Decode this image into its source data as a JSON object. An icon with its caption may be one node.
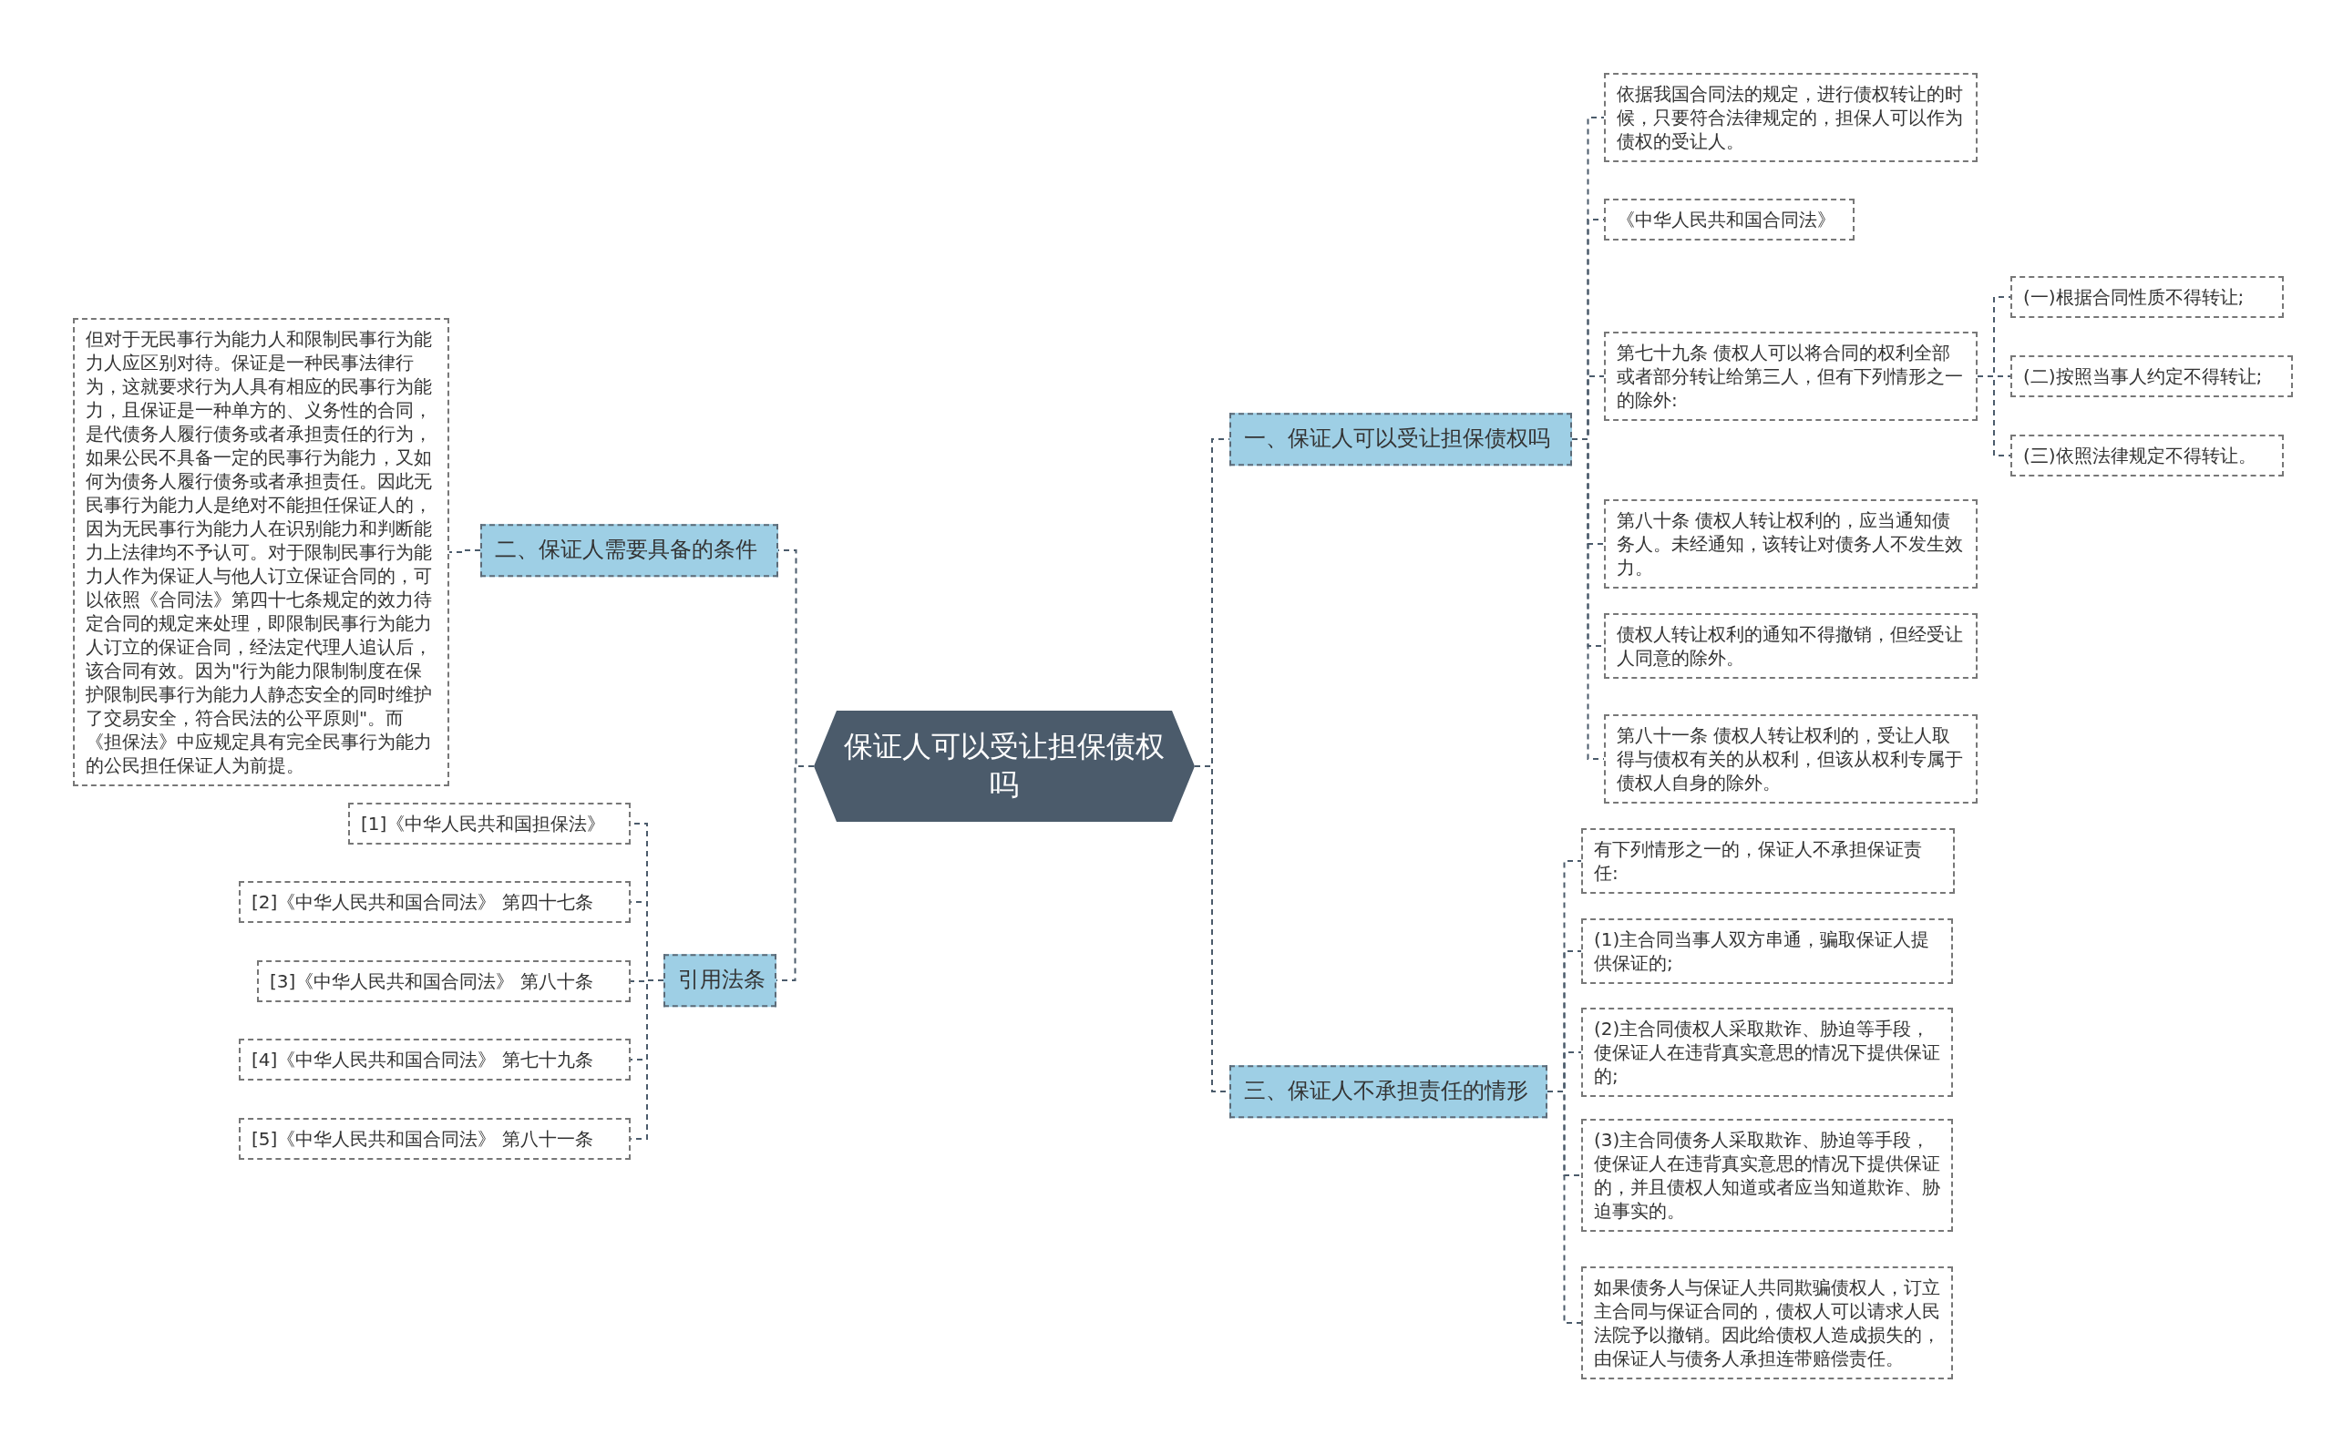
{
  "diagram": {
    "nodes": [
      {
        "text": [
          "保证人可以受让担保债权吗"
        ]
      },
      {
        "text": [
          "一、保证人可以受让担保债权吗"
        ]
      },
      {
        "text": [
          "依据我国合同法的规定，进行债权转让的时候，只要符合法律规定的，担保人可以作为债权的受让人。"
        ]
      },
      {
        "text": [
          "《中华人民共和国合同法》"
        ]
      },
      {
        "text": [
          "第七十九条 债权人可以将合同的权利全部或者部分转让给第三人，但有下列情形之一的除外:"
        ]
      },
      {
        "text": [
          "(一)根据合同性质不得转让;"
        ]
      },
      {
        "text": [
          "(二)按照当事人约定不得转让;"
        ]
      },
      {
        "text": [
          "(三)依照法律规定不得转让。"
        ]
      },
      {
        "text": [
          "第八十条 债权人转让权利的，应当通知债务人。未经通知，该转让对债务人不发生效力。"
        ]
      },
      {
        "text": [
          "债权人转让权利的通知不得撤销，但经受让人同意的除外。"
        ]
      },
      {
        "text": [
          "第八十一条 债权人转让权利的，受让人取得与债权有关的从权利，但该从权利专属于债权人自身的除外。"
        ]
      },
      {
        "text": [
          "三、保证人不承担责任的情形"
        ]
      },
      {
        "text": [
          "有下列情形之一的，保证人不承担保证责任:"
        ]
      },
      {
        "text": [
          "(1)主合同当事人双方串通，骗取保证人提供保证的;"
        ]
      },
      {
        "text": [
          "(2)主合同债权人采取欺诈、胁迫等手段，使保证人在违背真实意思的情况下提供保证的;"
        ]
      },
      {
        "text": [
          "(3)主合同债务人采取欺诈、胁迫等手段，使保证人在违背真实意思的情况下提供保证的，并且债权人知道或者应当知道欺诈、胁迫事实的。"
        ]
      },
      {
        "text": [
          "如果债务人与保证人共同欺骗债权人，订立主合同与保证合同的，债权人可以请求人民法院予以撤销。因此给债权人造成损失的，由保证人与债务人承担连带赔偿责任。"
        ]
      },
      {
        "text": [
          "二、保证人需要具备的条件"
        ]
      },
      {
        "text": [
          "但对于无民事行为能力人和限制民事行为能力人应区别对待。保证是一种民事法律行为，这就要求行为人具有相应的民事行为能力，且保证是一种单方的、义务性的合同，是代债务人履行债务或者承担责任的行为，如果公民不具备一定的民事行为能力，又如何为债务人履行债务或者承担责任。因此无民事行为能力人是绝对不能担任保证人的，因为无民事行为能力人在识别能力和判断能力上法律均不予认可。对于限制民事行为能力人作为保证人与他人订立保证合同的，可以依照《合同法》第四十七条规定的效力待定合同的规定来处理，即限制民事行为能力人订立的保证合同，经法定代理人追认后，该合同有效。因为\"行为能力限制制度在保护限制民事行为能力人静态安全的同时维护了交易安全，符合民法的公平原则\"。而《担保法》中应规定具有完全民事行为能力的公民担任保证人为前提。"
        ]
      },
      {
        "text": [
          "引用法条"
        ]
      },
      {
        "text": [
          "[1]《中华人民共和国担保法》"
        ]
      },
      {
        "text": [
          "[2]《中华人民共和国合同法》 第四十七条"
        ]
      },
      {
        "text": [
          "[3]《中华人民共和国合同法》 第八十条"
        ]
      },
      {
        "text": [
          "[4]《中华人民共和国合同法》 第七十九条"
        ]
      },
      {
        "text": [
          "[5]《中华人民共和国合同法》 第八十一条"
        ]
      }
    ],
    "edges": [
      {
        "from": 0,
        "to": 1,
        "arrow": "none"
      },
      {
        "from": 1,
        "to": 2,
        "arrow": "none"
      },
      {
        "from": 1,
        "to": 3,
        "arrow": "none"
      },
      {
        "from": 1,
        "to": 4,
        "arrow": "none"
      },
      {
        "from": 4,
        "to": 5,
        "arrow": "none"
      },
      {
        "from": 4,
        "to": 6,
        "arrow": "none"
      },
      {
        "from": 4,
        "to": 7,
        "arrow": "none"
      },
      {
        "from": 1,
        "to": 8,
        "arrow": "none"
      },
      {
        "from": 1,
        "to": 9,
        "arrow": "none"
      },
      {
        "from": 1,
        "to": 10,
        "arrow": "none"
      },
      {
        "from": 0,
        "to": 11,
        "arrow": "none"
      },
      {
        "from": 11,
        "to": 12,
        "arrow": "none"
      },
      {
        "from": 11,
        "to": 13,
        "arrow": "none"
      },
      {
        "from": 11,
        "to": 14,
        "arrow": "none"
      },
      {
        "from": 11,
        "to": 15,
        "arrow": "none"
      },
      {
        "from": 11,
        "to": 16,
        "arrow": "none"
      },
      {
        "from": 0,
        "to": 17,
        "arrow": "none"
      },
      {
        "from": 17,
        "to": 18,
        "arrow": "none"
      },
      {
        "from": 0,
        "to": 19,
        "arrow": "none"
      },
      {
        "from": 19,
        "to": 20,
        "arrow": "none"
      },
      {
        "from": 19,
        "to": 21,
        "arrow": "none"
      },
      {
        "from": 19,
        "to": 22,
        "arrow": "none"
      },
      {
        "from": 19,
        "to": 23,
        "arrow": "none"
      },
      {
        "from": 19,
        "to": 24,
        "arrow": "none"
      }
    ]
  }
}
